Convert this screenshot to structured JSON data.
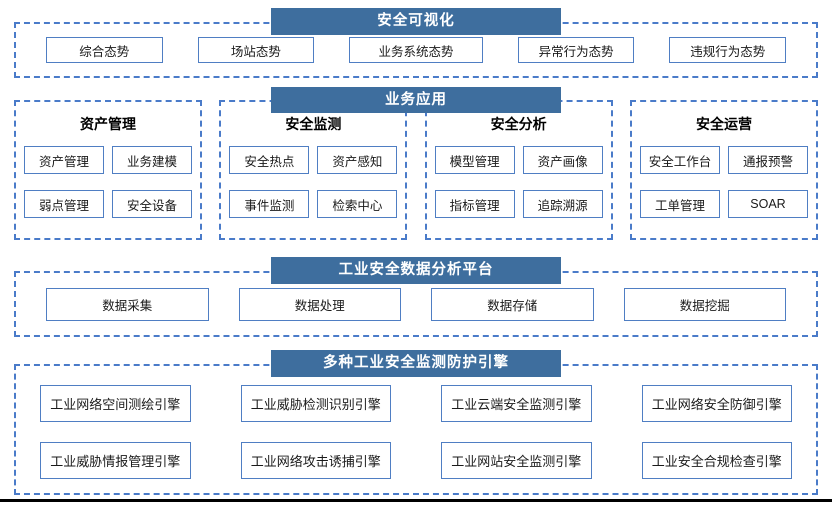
{
  "colors": {
    "header_bar_bg": "#3E6E9E",
    "header_bar_text": "#FFFFFF",
    "box_border": "#4F7EC3",
    "dashed_border": "#4A7BC9",
    "box_text": "#1A1A1A",
    "bottom_rule": "#000000",
    "background": "#FFFFFF"
  },
  "sections": {
    "visualization": {
      "title": "安全可视化",
      "items": [
        "综合态势",
        "场站态势",
        "业务系统态势",
        "异常行为态势",
        "违规行为态势"
      ]
    },
    "business_apps": {
      "title": "业务应用",
      "groups": [
        {
          "title": "资产管理",
          "items": [
            "资产管理",
            "业务建模",
            "弱点管理",
            "安全设备"
          ]
        },
        {
          "title": "安全监测",
          "items": [
            "安全热点",
            "资产感知",
            "事件监测",
            "检索中心"
          ]
        },
        {
          "title": "安全分析",
          "items": [
            "模型管理",
            "资产画像",
            "指标管理",
            "追踪溯源"
          ]
        },
        {
          "title": "安全运营",
          "items": [
            "安全工作台",
            "通报预警",
            "工单管理",
            "SOAR"
          ]
        }
      ]
    },
    "data_platform": {
      "title": "工业安全数据分析平台",
      "items": [
        "数据采集",
        "数据处理",
        "数据存储",
        "数据挖掘"
      ]
    },
    "engines": {
      "title": "多种工业安全监测防护引擎",
      "items": [
        "工业网络空间测绘引擎",
        "工业威胁检测识别引擎",
        "工业云端安全监测引擎",
        "工业网络安全防御引擎",
        "工业威胁情报管理引擎",
        "工业网络攻击诱捕引擎",
        "工业网站安全监测引擎",
        "工业安全合规检查引擎"
      ]
    }
  }
}
